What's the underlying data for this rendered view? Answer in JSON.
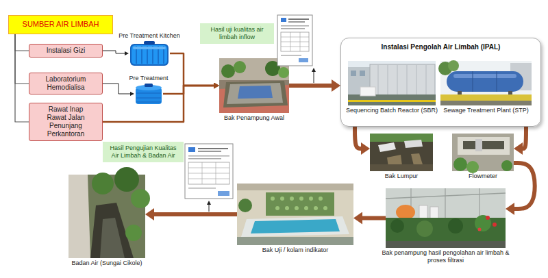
{
  "diagram": {
    "nodes": [
      {
        "text": [
          "SUMBER AIR LIMBAH"
        ]
      },
      {
        "text": [
          "Instalasi Gizi"
        ]
      },
      {
        "text": [
          "Laboratorium Hemodialisa"
        ]
      },
      {
        "text": [
          "Rawat Inap Rawat Jalan Penunjang Perkantoran"
        ]
      },
      {
        "text": [
          "Pre Treatment Kitchen"
        ]
      },
      {
        "text": [
          "Pre Treatment"
        ]
      },
      {
        "text": [
          "Hasil uji kualitas air limbah inflow"
        ]
      },
      {
        "text": [
          "Bak Penampung Awal"
        ]
      },
      {
        "text": [
          "Instalasi Pengolah Air Limbah (IPAL)"
        ]
      },
      {
        "text": [
          "Sequencing Batch Reactor (SBR)"
        ],
        "in": 8
      },
      {
        "text": [
          "Sewage Treatment Plant (STP)"
        ],
        "in": 8
      },
      {
        "text": [
          "Bak Lumpur"
        ]
      },
      {
        "text": [
          "Flowmeter"
        ]
      },
      {
        "text": [
          "Hasil Pengujian Kualitas Air Limbah & Badan Air"
        ]
      },
      {
        "text": [
          "Bak Uji / kolam indikator"
        ]
      },
      {
        "text": [
          "Bak penampung hasil pengolahan air limbah & proses filtrasi"
        ]
      },
      {
        "text": [
          "Badan Air (Sungai Cikole)"
        ]
      }
    ],
    "edges": [
      {
        "from": 0,
        "to": 1,
        "arrow": "none"
      },
      {
        "from": 0,
        "to": 2,
        "arrow": "none"
      },
      {
        "from": 0,
        "to": 3,
        "arrow": "none"
      },
      {
        "from": 1,
        "to": 4,
        "arrow": "to"
      },
      {
        "from": 2,
        "to": 5,
        "arrow": "to"
      },
      {
        "from": 4,
        "to": 7,
        "arrow": "to"
      },
      {
        "from": 5,
        "to": 7,
        "arrow": "to"
      },
      {
        "from": 3,
        "to": 7,
        "arrow": "to"
      },
      {
        "from": 7,
        "to": 8,
        "arrow": "to"
      },
      {
        "from": 8,
        "to": 11,
        "arrow": "to"
      },
      {
        "from": 8,
        "to": 12,
        "arrow": "to"
      },
      {
        "from": 12,
        "to": 15,
        "arrow": "to"
      },
      {
        "from": 15,
        "to": 14,
        "arrow": "to"
      },
      {
        "from": 14,
        "to": 16,
        "arrow": "to"
      }
    ]
  }
}
